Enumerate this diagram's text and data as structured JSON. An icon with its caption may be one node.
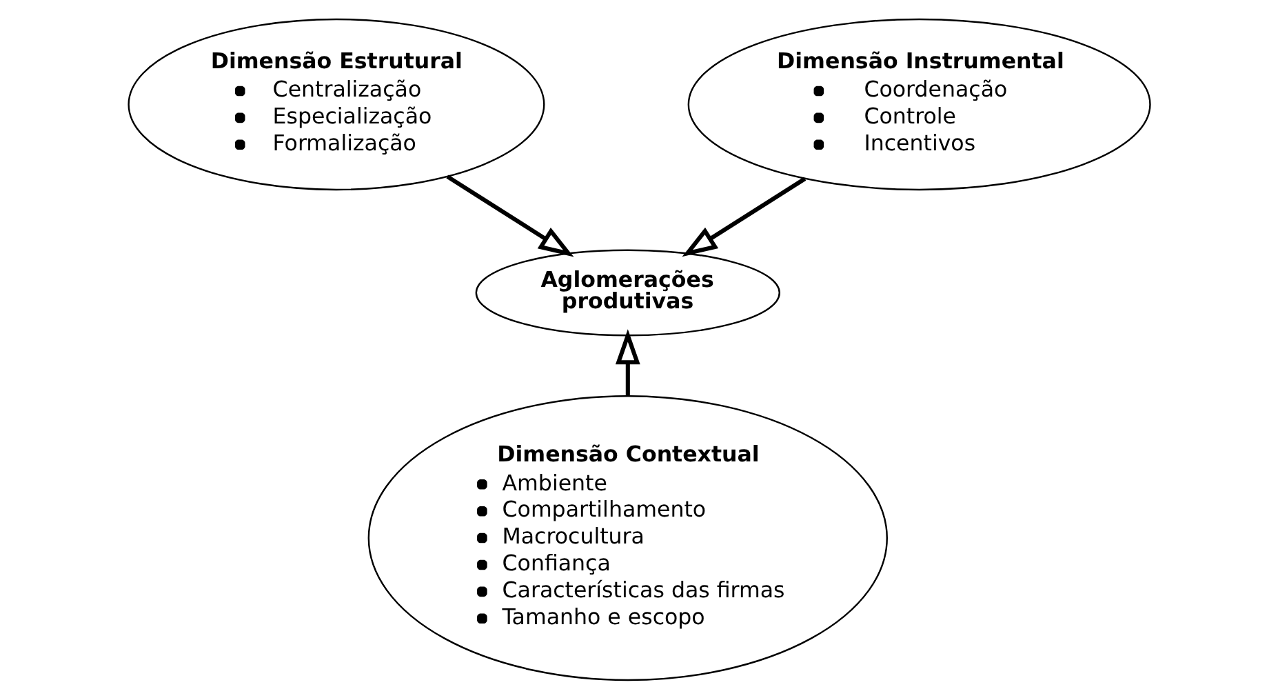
{
  "diagram": {
    "nodes": [
      {
        "text": [
          "Dimensão Estrutural",
          "Centralização",
          "Especialização",
          "Formalização"
        ]
      },
      {
        "text": [
          "Dimensão Instrumental",
          "Coordenação",
          "Controle",
          "Incentivos"
        ]
      },
      {
        "text": [
          "Aglomerações produtivas"
        ]
      },
      {
        "text": [
          "Dimensão Contextual",
          "Ambiente",
          "Compartilhamento",
          "Macrocultura",
          "Confiança",
          "Características das firmas",
          "Tamanho e escopo"
        ]
      }
    ],
    "edges": [
      {
        "from": 0,
        "to": 2,
        "arrow": "to"
      },
      {
        "from": 1,
        "to": 2,
        "arrow": "to"
      },
      {
        "from": 3,
        "to": 2,
        "arrow": "to"
      }
    ]
  }
}
